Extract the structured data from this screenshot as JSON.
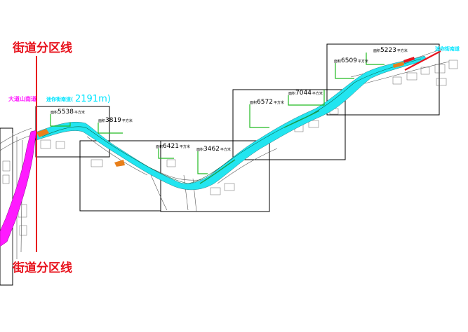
{
  "district_line_label_top": "街道分区线",
  "district_line_label_bottom": "街道分区线",
  "start_street_label": "大道山南道",
  "route_label_prefix": "迷你街南道(",
  "route_length": "2191m)",
  "end_street_label": "迷你街南道",
  "area_labels": [
    {
      "value": "5538",
      "unit": "平方米"
    },
    {
      "value": "3819",
      "unit": "平方米"
    },
    {
      "value": "6421",
      "unit": "平方米"
    },
    {
      "value": "3462",
      "unit": "平方米"
    },
    {
      "value": "6572",
      "unit": "平方米"
    },
    {
      "value": "7044",
      "unit": "平方米"
    },
    {
      "value": "6509",
      "unit": "平方米"
    },
    {
      "value": "5223",
      "unit": "平方米"
    }
  ],
  "colors": {
    "district_line": "#e8141e",
    "waterway": "#22e5f0",
    "highlight_section": "#ff1aff",
    "leader_lines": "#22bb22",
    "frames": "#000000"
  }
}
